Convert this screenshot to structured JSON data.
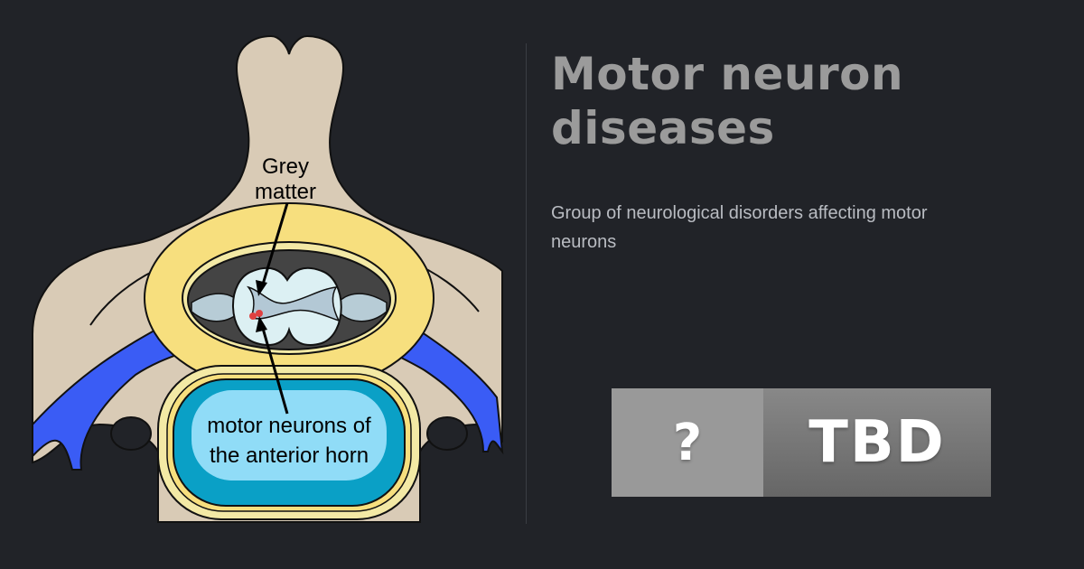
{
  "illustration": {
    "label_grey_matter": [
      "Grey",
      "matter"
    ],
    "label_motor_neurons": [
      "motor neurons of",
      "the anterior horn"
    ]
  },
  "title": "Motor neuron diseases",
  "subtitle": "Group of neurological disorders affecting motor neurons",
  "badge": {
    "left": "?",
    "right": "TBD"
  },
  "colors": {
    "background": "#212328",
    "title": "#9b9b9b",
    "badge_left": "#999999",
    "badge_right": "#777777"
  }
}
